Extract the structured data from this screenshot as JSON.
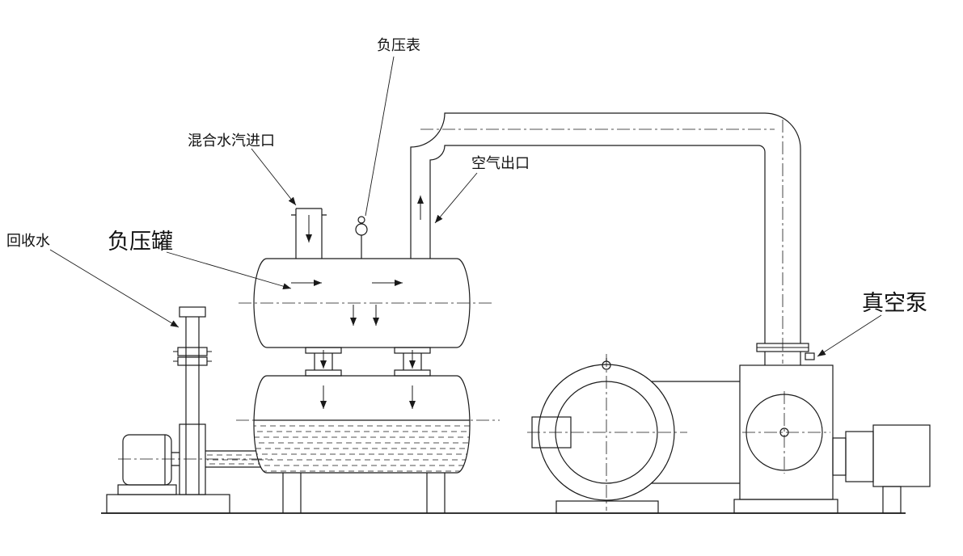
{
  "diagram": {
    "type": "technical-schematic",
    "subject": "vacuum-pump-negative-pressure-tank-system",
    "labels": {
      "pressure_gauge": "负压表",
      "mixed_steam_inlet": "混合水汽进口",
      "air_outlet": "空气出口",
      "recovered_water": "回收水",
      "negative_pressure_tank": "负压罐",
      "vacuum_pump": "真空泵"
    },
    "colors": {
      "line": "#1a1a1a",
      "background": "#ffffff"
    }
  }
}
